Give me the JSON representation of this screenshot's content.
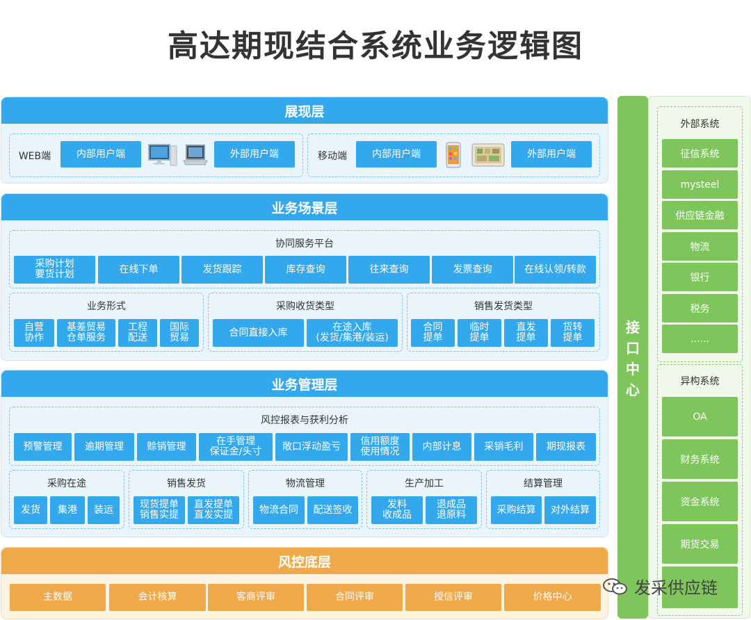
{
  "title": "高达期现结合系统业务逻辑图",
  "presentation": {
    "header": "展现层",
    "web_label": "WEB端",
    "web_internal": "内部用户端",
    "web_external": "外部用户端",
    "mobile_label": "移动端",
    "mobile_internal": "内部用户端",
    "mobile_external": "外部用户端",
    "icons": [
      "desktop-computer-icon",
      "laptop-icon",
      "smartphone-icon",
      "tablet-icon"
    ]
  },
  "scenario": {
    "header": "业务场景层",
    "collab": {
      "title": "协同服务平台",
      "items": [
        "采购计划\n要货计划",
        "在线下单",
        "发货跟踪",
        "库存查询",
        "往来查询",
        "发票查询",
        "在线认领/转款"
      ]
    },
    "form": {
      "title": "业务形式",
      "items": [
        "自营\n协作",
        "基差贸易\n仓单服务",
        "工程\n配送",
        "国际\n贸易"
      ]
    },
    "purchase": {
      "title": "采购收货类型",
      "items": [
        "合同直接入库",
        "在途入库\n(发货/集港/装运)"
      ]
    },
    "sales": {
      "title": "销售发货类型",
      "items": [
        "合同\n提单",
        "临时\n提单",
        "直发\n提单",
        "货转\n提单"
      ]
    }
  },
  "management": {
    "header": "业务管理层",
    "risk": {
      "title": "风控报表与获利分析",
      "items": [
        "预警管理",
        "逾期管理",
        "赊销管理",
        "在手管理\n保证金/头寸",
        "敞口浮动盈亏",
        "信用额度\n使用情况",
        "内部计息",
        "采销毛利",
        "期现报表"
      ]
    },
    "groups": [
      {
        "title": "采购在途",
        "items": [
          "发货",
          "集港",
          "装运"
        ]
      },
      {
        "title": "销售发货",
        "items": [
          "现货提单\n销售实提",
          "直发提单\n直发实提"
        ]
      },
      {
        "title": "物流管理",
        "items": [
          "物流合同",
          "配送签收"
        ]
      },
      {
        "title": "生产加工",
        "items": [
          "发料\n收成品",
          "退成品\n退原料"
        ]
      },
      {
        "title": "结算管理",
        "items": [
          "采购结算",
          "对外结算"
        ]
      }
    ]
  },
  "risk_base": {
    "header": "风控底层",
    "items": [
      "主数据",
      "会计核算",
      "客商评审",
      "合同评审",
      "授信评审",
      "价格中心"
    ]
  },
  "interface_center": "接口中心",
  "external": {
    "title": "外部系统",
    "items": [
      "征信系统",
      "mysteel",
      "供应链金融",
      "物流",
      "银行",
      "税务",
      "......"
    ]
  },
  "heterogeneous": {
    "title": "异构系统",
    "items": [
      "OA",
      "财务系统",
      "资金系统",
      "期货交易",
      ""
    ]
  },
  "watermark": "发采供应链",
  "colors": {
    "blue": "#33a8ec",
    "orange": "#efa84a",
    "green": "#7ec55c"
  }
}
